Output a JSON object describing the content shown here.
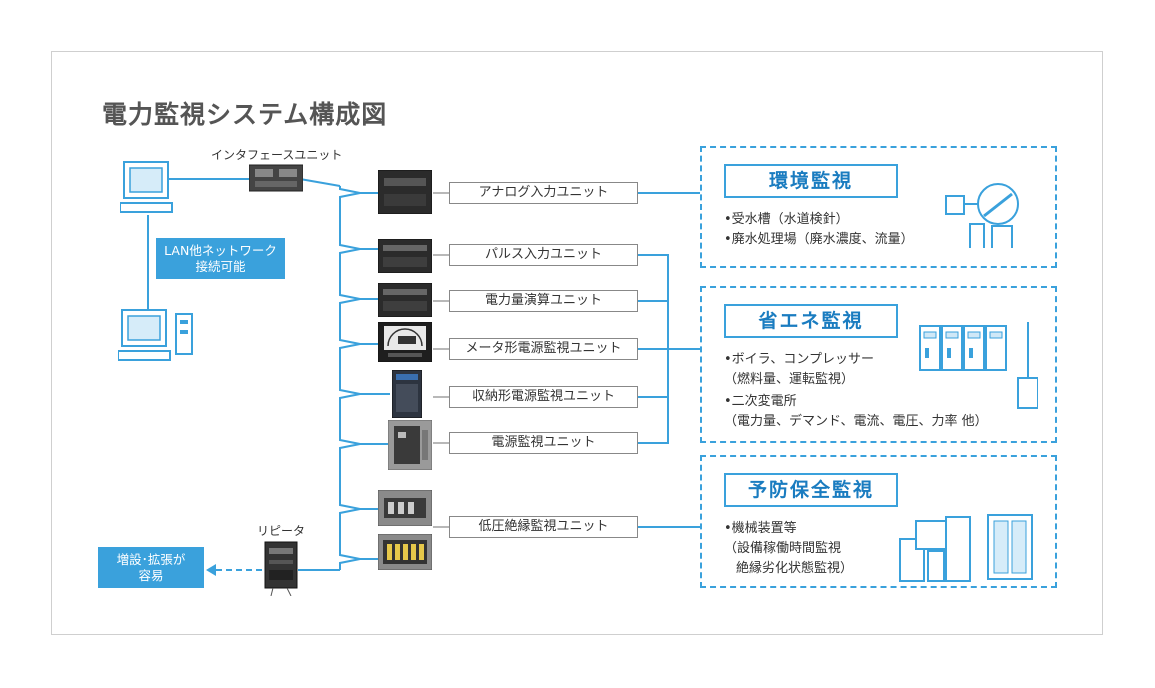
{
  "title": "電力監視システム構成図",
  "labels": {
    "interface_unit": "インタフェースユニット",
    "repeater": "リピータ"
  },
  "network_box": {
    "line1": "LAN他ネットワーク",
    "line2": "接続可能"
  },
  "expand_box": {
    "line1": "増設･拡張が",
    "line2": "容易"
  },
  "units": [
    "アナログ入力ユニット",
    "パルス入力ユニット",
    "電力量演算ユニット",
    "メータ形電源監視ユニット",
    "収納形電源監視ユニット",
    "電源監視ユニット",
    "低圧絶縁監視ユニット"
  ],
  "panels": {
    "env": {
      "title": "環境監視",
      "lines": [
        "•受水槽（水道検針）",
        "•廃水処理場（廃水濃度、流量）"
      ]
    },
    "eco": {
      "title": "省エネ監視",
      "lines": [
        "•ボイラ、コンプレッサー",
        "（燃料量、運転監視）",
        "•二次変電所",
        "（電力量、デマンド、電流、電圧、力率 他）"
      ]
    },
    "prevent": {
      "title": "予防保全監視",
      "lines": [
        "•機械装置等",
        "（設備稼働時間監視",
        "絶縁劣化状態監視）"
      ]
    }
  },
  "colors": {
    "accent": "#3aa1dc",
    "accent_dark": "#1a7cc0",
    "line_gray": "#888888"
  }
}
